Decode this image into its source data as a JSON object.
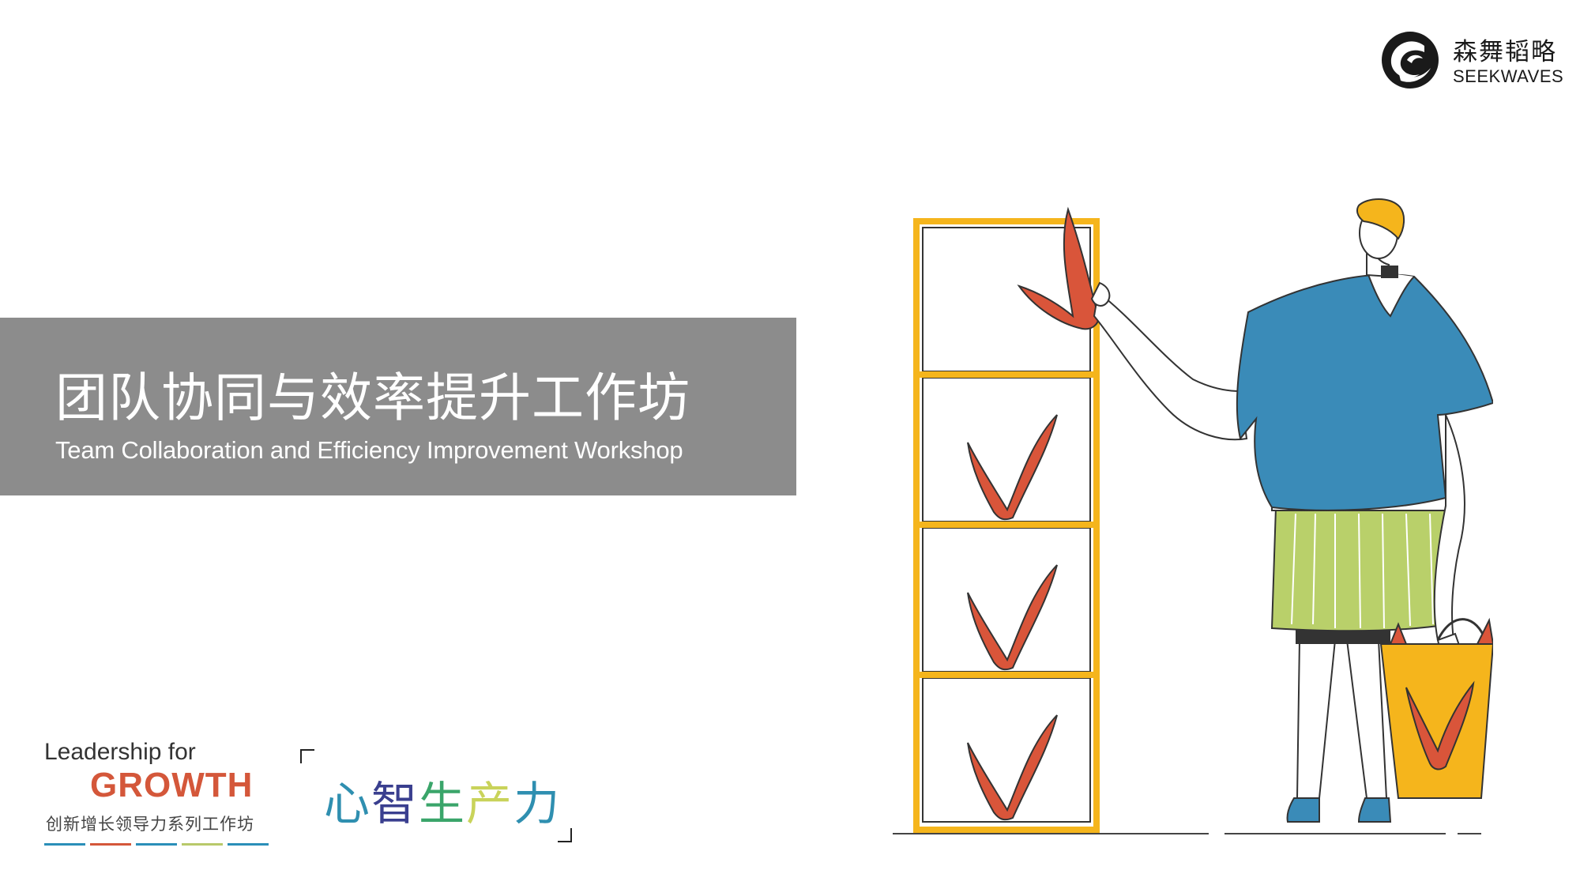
{
  "logo": {
    "name_cn": "森舞韬略",
    "name_en": "SEEKWAVES"
  },
  "title": {
    "cn": "团队协同与效率提升工作坊",
    "en": "Team Collaboration and Efficiency Improvement Workshop"
  },
  "brand": {
    "line1": "Leadership for",
    "line2": "GROWTH",
    "line3": "创新增长领导力系列工作坊",
    "bar_colors": [
      "#2a8fb8",
      "#d4573a",
      "#2a8fb8",
      "#b8c96a",
      "#2a8fb8"
    ]
  },
  "slogan": {
    "chars": [
      {
        "text": "心",
        "color": "#2f8fb0"
      },
      {
        "text": "智",
        "color": "#3a3f8f"
      },
      {
        "text": "生",
        "color": "#3aa56a"
      },
      {
        "text": "产",
        "color": "#c9d35a"
      },
      {
        "text": "力",
        "color": "#2f8fb0"
      }
    ]
  },
  "illustration": {
    "icon": "person-checklist-illustration",
    "colors": {
      "shelf": "#f5b51c",
      "check": "#d9553a",
      "shirt": "#3a8bb8",
      "shorts": "#b9d06a",
      "hair": "#f5b51c",
      "bucket": "#f5b51c",
      "outline": "#333333"
    }
  }
}
